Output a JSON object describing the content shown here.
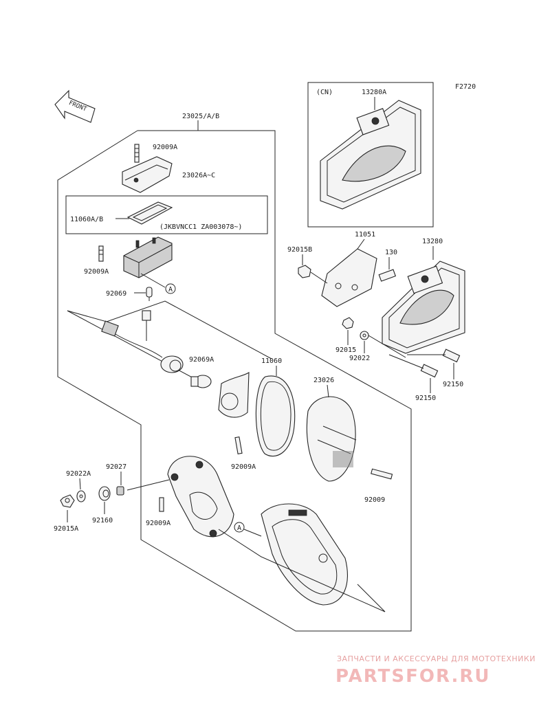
{
  "figure_code": "F2720",
  "front_label": "FRONT",
  "labels": {
    "assembly_23025": "23025/A/B",
    "bolt_92009A_top": "92009A",
    "lens_cover_23026A": "23026A~C",
    "gasket_11060": "11060A/B",
    "serial_note": "(JKBVNCC1 ZA003078~)",
    "bolt_92009A_left": "92009A",
    "bulb_92069": "92069",
    "ref_a_top": "A",
    "socket_92069A": "92069A",
    "gasket_11060b": "11060",
    "lens_23026": "23026",
    "bolt_92009A_mid": "92009A",
    "washer_92022A": "92022A",
    "collar_92027": "92027",
    "nut_92015A": "92015A",
    "grommet_92160": "92160",
    "bolt_92009A_bottom": "92009A",
    "ref_a_bottom": "A",
    "screw_92009": "92009",
    "cn_label": "(CN)",
    "plate_13280A": "13280A",
    "nut_92015B": "92015B",
    "bracket_11051": "11051",
    "bolt_130": "130",
    "plate_13280": "13280",
    "nut_92015": "92015",
    "washer_92022": "92022",
    "bolt_92150_right": "92150",
    "bolt_92150_left": "92150"
  },
  "watermark": {
    "tagline": "ЗАПЧАСТИ И АКСЕССУАРЫ ДЛЯ МОТОТЕХНИКИ",
    "brand": "PARTSFOR.RU"
  },
  "colors": {
    "line": "#222222",
    "watermark": "#e6a0a0"
  }
}
